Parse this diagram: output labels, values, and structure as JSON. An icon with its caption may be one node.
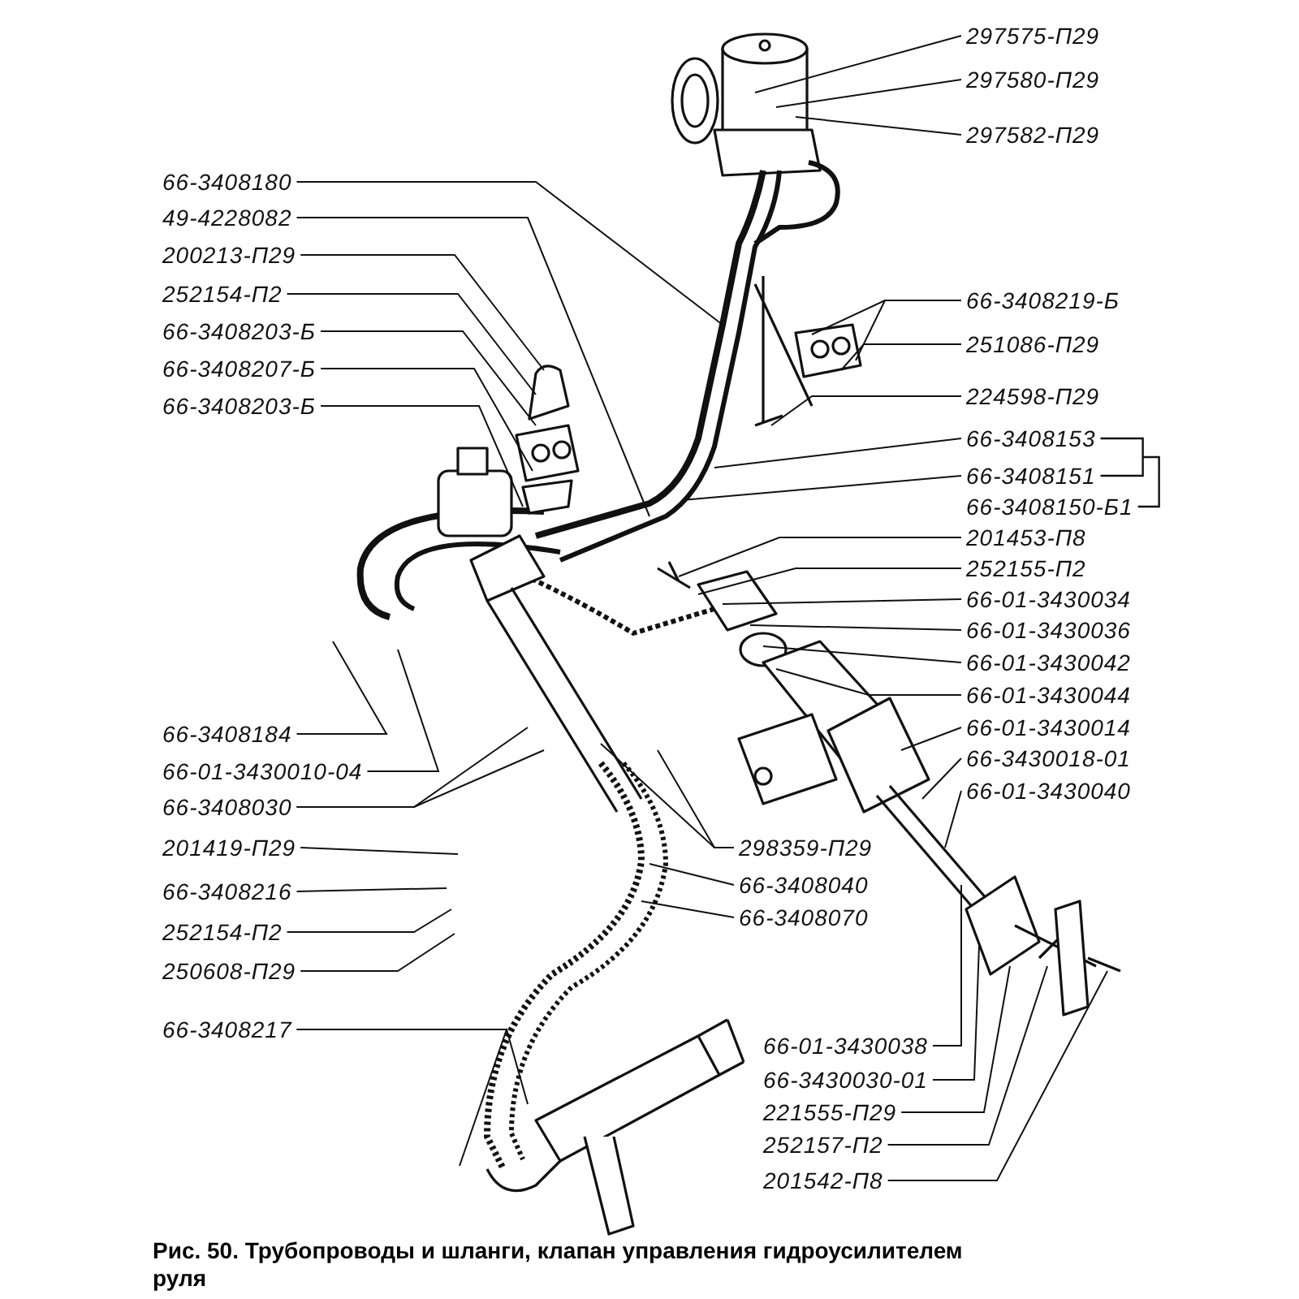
{
  "diagram": {
    "caption": "Рис. 50. Трубопроводы и шланги, клапан управления гидроусилителем руля",
    "nodes": [
      {
        "text": [
          "66-3408180"
        ]
      },
      {
        "text": [
          "49-4228082"
        ]
      },
      {
        "text": [
          "200213-П29"
        ]
      },
      {
        "text": [
          "252154-П2"
        ]
      },
      {
        "text": [
          "66-3408203-Б"
        ]
      },
      {
        "text": [
          "66-3408207-Б"
        ]
      },
      {
        "text": [
          "66-3408203-Б"
        ]
      },
      {
        "text": [
          "297575-П29"
        ]
      },
      {
        "text": [
          "297580-П29"
        ]
      },
      {
        "text": [
          "297582-П29"
        ]
      },
      {
        "text": [
          "66-3408219-Б"
        ]
      },
      {
        "text": [
          "251086-П29"
        ]
      },
      {
        "text": [
          "224598-П29"
        ]
      },
      {
        "text": [
          "66-3408153"
        ]
      },
      {
        "text": [
          "66-3408151"
        ]
      },
      {
        "text": [
          "66-3408150-Б1"
        ]
      },
      {
        "text": [
          "201453-П8"
        ]
      },
      {
        "text": [
          "252155-П2"
        ]
      },
      {
        "text": [
          "66-01-3430034"
        ]
      },
      {
        "text": [
          "66-01-3430036"
        ]
      },
      {
        "text": [
          "66-01-3430042"
        ]
      },
      {
        "text": [
          "66-01-3430044"
        ]
      },
      {
        "text": [
          "66-01-3430014"
        ]
      },
      {
        "text": [
          "66-3430018-01"
        ]
      },
      {
        "text": [
          "66-01-3430040"
        ]
      },
      {
        "text": [
          "66-3408184"
        ]
      },
      {
        "text": [
          "66-01-3430010-04"
        ]
      },
      {
        "text": [
          "66-3408030"
        ]
      },
      {
        "text": [
          "201419-П29"
        ]
      },
      {
        "text": [
          "66-3408216"
        ]
      },
      {
        "text": [
          "252154-П2"
        ]
      },
      {
        "text": [
          "250608-П29"
        ]
      },
      {
        "text": [
          "66-3408217"
        ]
      },
      {
        "text": [
          "298359-П29"
        ]
      },
      {
        "text": [
          "66-3408040"
        ]
      },
      {
        "text": [
          "66-3408070"
        ]
      },
      {
        "text": [
          "66-01-3430038"
        ]
      },
      {
        "text": [
          "66-3430030-01"
        ]
      },
      {
        "text": [
          "221555-П29"
        ]
      },
      {
        "text": [
          "252157-П2"
        ]
      },
      {
        "text": [
          "201542-П8"
        ]
      }
    ],
    "edges": [
      {
        "from": 0,
        "to": null,
        "arrow": "none"
      },
      {
        "from": 1,
        "to": null,
        "arrow": "none"
      },
      {
        "from": 2,
        "to": null,
        "arrow": "none"
      },
      {
        "from": 3,
        "to": null,
        "arrow": "none"
      },
      {
        "from": 4,
        "to": null,
        "arrow": "none"
      },
      {
        "from": 5,
        "to": null,
        "arrow": "none"
      },
      {
        "from": 6,
        "to": null,
        "arrow": "none"
      },
      {
        "from": 7,
        "to": null,
        "arrow": "none"
      },
      {
        "from": 8,
        "to": null,
        "arrow": "none"
      },
      {
        "from": 9,
        "to": null,
        "arrow": "none"
      },
      {
        "from": 10,
        "to": null,
        "arrow": "none"
      },
      {
        "from": 10,
        "to": null,
        "arrow": "none"
      },
      {
        "from": 11,
        "to": null,
        "arrow": "none"
      },
      {
        "from": 12,
        "to": null,
        "arrow": "none"
      },
      {
        "from": 13,
        "to": null,
        "arrow": "none"
      },
      {
        "from": 14,
        "to": null,
        "arrow": "none"
      },
      {
        "from": 16,
        "to": null,
        "arrow": "none"
      },
      {
        "from": 17,
        "to": null,
        "arrow": "none"
      },
      {
        "from": 18,
        "to": null,
        "arrow": "none"
      },
      {
        "from": 19,
        "to": null,
        "arrow": "none"
      },
      {
        "from": 20,
        "to": null,
        "arrow": "none"
      },
      {
        "from": 21,
        "to": null,
        "arrow": "none"
      },
      {
        "from": 22,
        "to": null,
        "arrow": "none"
      },
      {
        "from": 23,
        "to": null,
        "arrow": "none"
      },
      {
        "from": 24,
        "to": null,
        "arrow": "none"
      },
      {
        "from": 25,
        "to": null,
        "arrow": "none"
      },
      {
        "from": 26,
        "to": null,
        "arrow": "none"
      },
      {
        "from": 27,
        "to": null,
        "arrow": "none"
      },
      {
        "from": 27,
        "to": null,
        "arrow": "none"
      },
      {
        "from": 28,
        "to": null,
        "arrow": "none"
      },
      {
        "from": 29,
        "to": null,
        "arrow": "none"
      },
      {
        "from": 30,
        "to": null,
        "arrow": "none"
      },
      {
        "from": 31,
        "to": null,
        "arrow": "none"
      },
      {
        "from": 32,
        "to": null,
        "arrow": "none"
      },
      {
        "from": 32,
        "to": null,
        "arrow": "none"
      },
      {
        "from": 33,
        "to": null,
        "arrow": "none"
      },
      {
        "from": 33,
        "to": null,
        "arrow": "none"
      },
      {
        "from": 34,
        "to": null,
        "arrow": "none"
      },
      {
        "from": 35,
        "to": null,
        "arrow": "none"
      },
      {
        "from": 36,
        "to": null,
        "arrow": "none"
      },
      {
        "from": 37,
        "to": null,
        "arrow": "none"
      },
      {
        "from": 38,
        "to": null,
        "arrow": "none"
      },
      {
        "from": 39,
        "to": null,
        "arrow": "none"
      },
      {
        "from": 40,
        "to": null,
        "arrow": "none"
      }
    ]
  }
}
